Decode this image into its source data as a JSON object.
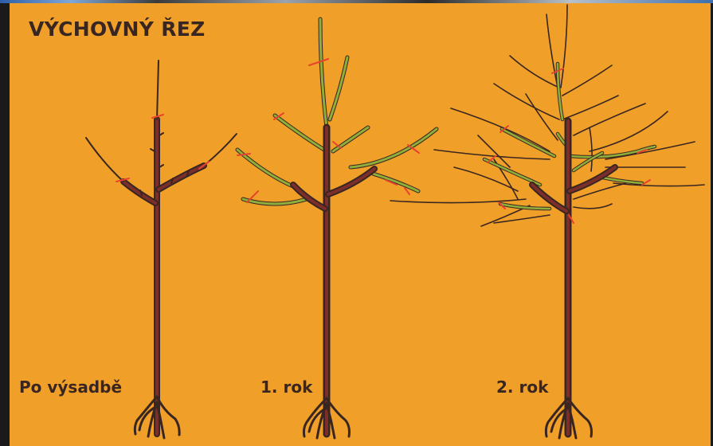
{
  "title": "VÝCHOVNÝ ŘEZ",
  "stages": [
    {
      "label": "Po výsadbě"
    },
    {
      "label": "1. rok"
    },
    {
      "label": "2. rok"
    }
  ],
  "colors": {
    "background": "#f0a028",
    "trunk": "#3a2621",
    "trunk_fill": "#7b2e2a",
    "new_growth": "#8fae3a",
    "cut_mark": "#e8432e",
    "text": "#3a2621"
  },
  "icons": [
    "tree-after-planting-icon",
    "tree-first-year-icon",
    "tree-second-year-icon",
    "cut-mark-icon",
    "root-system-icon"
  ]
}
